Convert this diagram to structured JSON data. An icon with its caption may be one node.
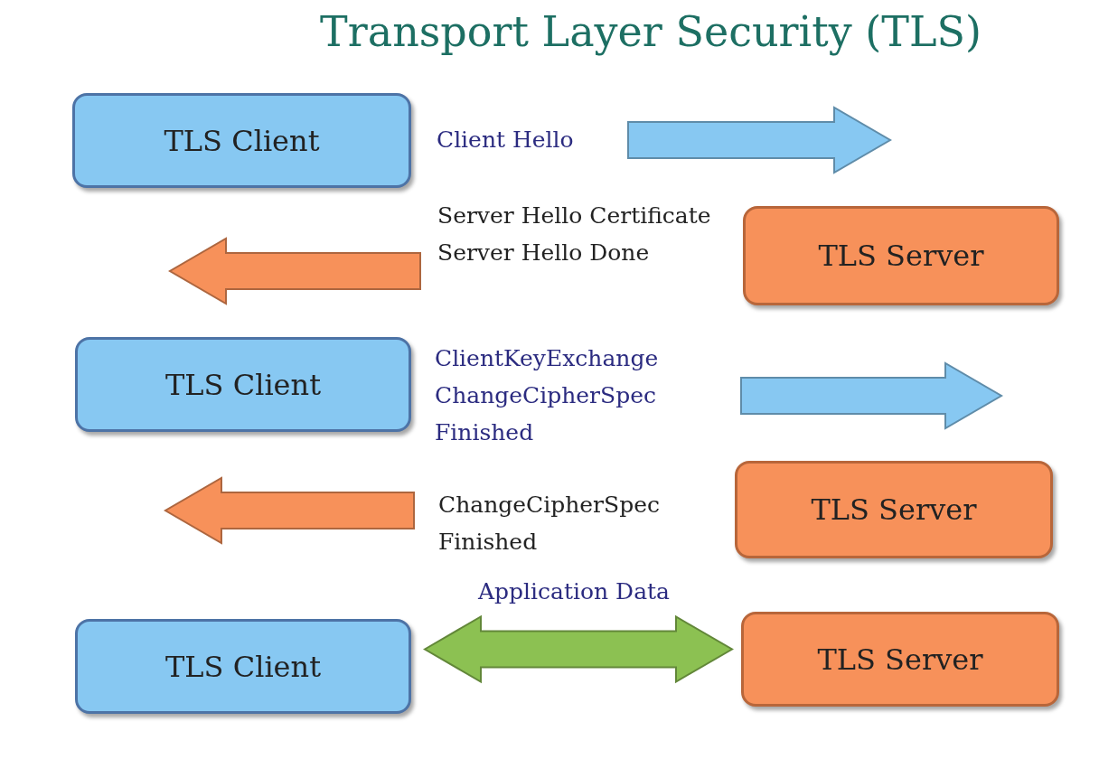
{
  "diagram": {
    "title": "Transport Layer Security (TLS)",
    "nodes": [
      {
        "text": [
          "TLS Client"
        ]
      },
      {
        "text": [
          "TLS Server"
        ]
      },
      {
        "text": [
          "TLS Client"
        ]
      },
      {
        "text": [
          "TLS Server"
        ]
      },
      {
        "text": [
          "TLS Client"
        ]
      },
      {
        "text": [
          "TLS Server"
        ]
      }
    ],
    "edges": [
      {
        "from": 4,
        "to": 5,
        "arrow": "both",
        "label": "Application Data",
        "style": "thick",
        "color": "#8cc152"
      }
    ],
    "labels": [
      "Client Hello",
      "Server Hello Certificate Server Hello Done",
      "ClientKeyExchange ChangeCipherSpec Finished",
      "ChangeCipherSpec Finished"
    ]
  }
}
